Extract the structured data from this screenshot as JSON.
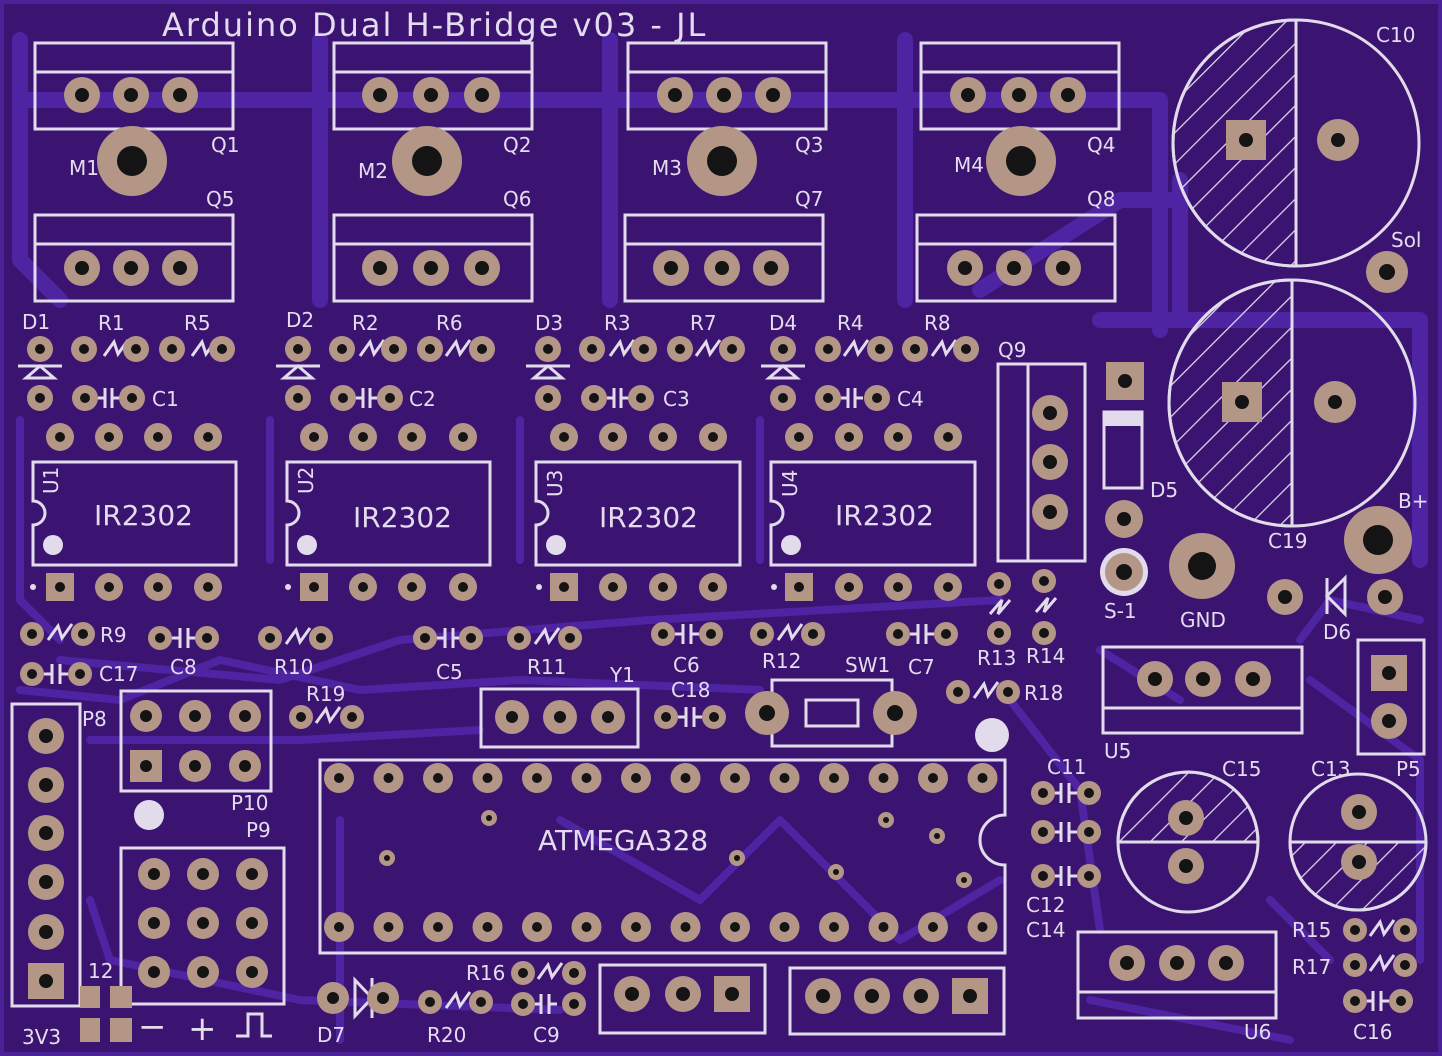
{
  "board": {
    "title": "Arduino Dual H-Bridge v03  -  JL",
    "mosfets": [
      {
        "label": "Q1"
      },
      {
        "label": "Q2"
      },
      {
        "label": "Q3"
      },
      {
        "label": "Q4"
      },
      {
        "label": "Q5"
      },
      {
        "label": "Q6"
      },
      {
        "label": "Q7"
      },
      {
        "label": "Q8"
      }
    ],
    "motor_terminals": [
      {
        "label": "M1"
      },
      {
        "label": "M2"
      },
      {
        "label": "M3"
      },
      {
        "label": "M4"
      }
    ],
    "gate_drivers": [
      {
        "ref": "U1",
        "part": "IR2302"
      },
      {
        "ref": "U2",
        "part": "IR2302"
      },
      {
        "ref": "U3",
        "part": "IR2302"
      },
      {
        "ref": "U4",
        "part": "IR2302"
      }
    ],
    "diodes": [
      "D1",
      "D2",
      "D3",
      "D4",
      "D5",
      "D6",
      "D7"
    ],
    "resistors_top": [
      "R1",
      "R5",
      "R2",
      "R6",
      "R3",
      "R7",
      "R4",
      "R8"
    ],
    "caps_top": [
      "C1",
      "C2",
      "C3",
      "C4"
    ],
    "labels": {
      "q9": "Q9",
      "c10": "C10",
      "c19": "C19",
      "sol": "Sol",
      "bplus": "B+",
      "s1": "S-1",
      "gnd": "GND",
      "r9": "R9",
      "c17": "C17",
      "c8": "C8",
      "r10": "R10",
      "c5": "C5",
      "r11": "R11",
      "c6": "C6",
      "r12": "R12",
      "c7": "C7",
      "r13": "R13",
      "r14": "R14",
      "sw1": "SW1",
      "r18": "R18",
      "y1": "Y1",
      "c18": "C18",
      "r19": "R19",
      "p8": "P8",
      "p10": "P10",
      "p9": "P9",
      "u5": "U5",
      "p5": "P5",
      "c11": "C11",
      "c12": "C12",
      "c14": "C14",
      "c15": "C15",
      "c13": "C13",
      "mcu": "ATMEGA328",
      "r15": "R15",
      "r17": "R17",
      "c16": "C16",
      "u6": "U6",
      "d7": "D7",
      "r20": "R20",
      "r16": "R16",
      "c9": "C9",
      "v12": "12",
      "v3": "3V3",
      "minus": "−",
      "plus": "+"
    }
  },
  "colors": {
    "board": "#3a1470",
    "trace": "#4e24a2",
    "silkscreen": "#e2dbec",
    "pad": "#b49686",
    "hole": "#141414"
  }
}
